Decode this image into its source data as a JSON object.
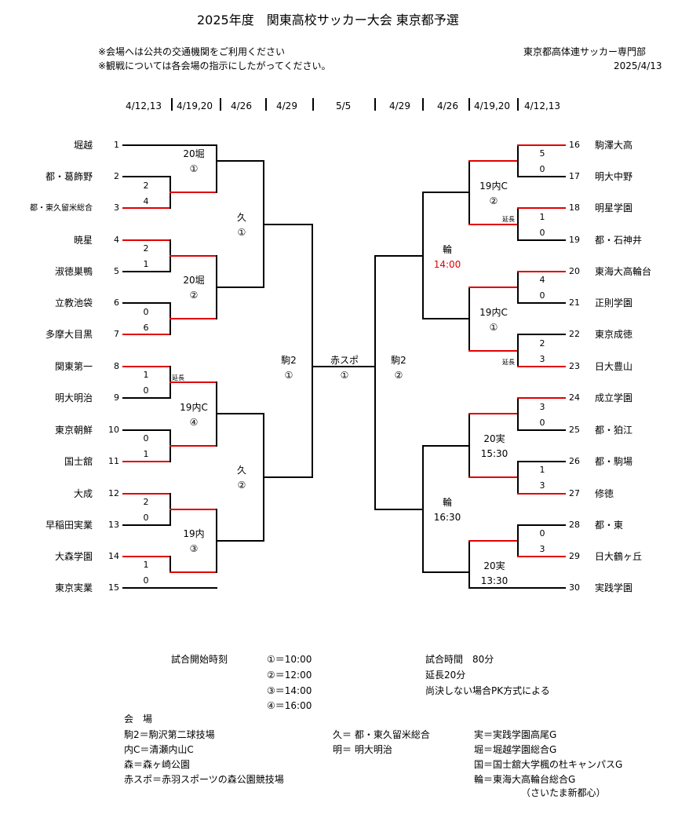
{
  "header": {
    "title": "2025年度　関東高校サッカー大会 東京都予選",
    "note1": "※会場へは公共の交通機関をご利用ください",
    "note2": "※観戦については各会場の指示にしたがってください。",
    "org": "東京都高体連サッカー専門部",
    "date": "2025/4/13"
  },
  "round_dates": [
    "4/12,13",
    "4/19,20",
    "4/26",
    "4/29",
    "5/5",
    "4/29",
    "4/26",
    "4/19,20",
    "4/12,13"
  ],
  "left_teams": [
    {
      "no": "1",
      "name": "堀越"
    },
    {
      "no": "2",
      "name": "都・葛飾野"
    },
    {
      "no": "3",
      "name": "都・東久留米総合"
    },
    {
      "no": "4",
      "name": "暁星"
    },
    {
      "no": "5",
      "name": "淑徳巣鴨"
    },
    {
      "no": "6",
      "name": "立教池袋"
    },
    {
      "no": "7",
      "name": "多摩大目黒"
    },
    {
      "no": "8",
      "name": "関東第一"
    },
    {
      "no": "9",
      "name": "明大明治"
    },
    {
      "no": "10",
      "name": "東京朝鮮"
    },
    {
      "no": "11",
      "name": "国士舘"
    },
    {
      "no": "12",
      "name": "大成"
    },
    {
      "no": "13",
      "name": "早稲田実業"
    },
    {
      "no": "14",
      "name": "大森学園"
    },
    {
      "no": "15",
      "name": "東京実業"
    }
  ],
  "right_teams": [
    {
      "no": "16",
      "name": "駒澤大高"
    },
    {
      "no": "17",
      "name": "明大中野"
    },
    {
      "no": "18",
      "name": "明星学園"
    },
    {
      "no": "19",
      "name": "都・石神井"
    },
    {
      "no": "20",
      "name": "東海大高輪台"
    },
    {
      "no": "21",
      "name": "正則学園"
    },
    {
      "no": "22",
      "name": "東京成徳"
    },
    {
      "no": "23",
      "name": "日大豊山"
    },
    {
      "no": "24",
      "name": "成立学園"
    },
    {
      "no": "25",
      "name": "都・狛江"
    },
    {
      "no": "26",
      "name": "都・駒場"
    },
    {
      "no": "27",
      "name": "修徳"
    },
    {
      "no": "28",
      "name": "都・東"
    },
    {
      "no": "29",
      "name": "日大鶴ヶ丘"
    },
    {
      "no": "30",
      "name": "実践学園"
    }
  ],
  "scores": {
    "m2_3": [
      "2",
      "4"
    ],
    "m4_5": [
      "2",
      "1"
    ],
    "m6_7": [
      "0",
      "6"
    ],
    "m8_9": [
      "1",
      "0"
    ],
    "m10_11": [
      "0",
      "1"
    ],
    "m12_13": [
      "2",
      "0"
    ],
    "m14_15": [
      "1",
      "0"
    ],
    "m16_17": [
      "5",
      "0"
    ],
    "m18_19": [
      "1",
      "0"
    ],
    "m20_21": [
      "4",
      "0"
    ],
    "m22_23": [
      "2",
      "3"
    ],
    "m24_25": [
      "3",
      "0"
    ],
    "m26_27": [
      "1",
      "3"
    ],
    "m28_29": [
      "0",
      "3"
    ]
  },
  "extra_time_label": "延長",
  "match_labels": {
    "l_a_venue": "20堀",
    "l_a_slot": "①",
    "l_b_venue": "20堀",
    "l_b_slot": "②",
    "l_c_venue": "19内C",
    "l_c_slot": "④",
    "l_d_venue": "19内",
    "l_d_slot": "③",
    "l_e_venue": "久",
    "l_e_slot": "①",
    "l_f_venue": "久",
    "l_f_slot": "②",
    "l_g_venue": "駒2",
    "l_g_slot": "①",
    "final_venue": "赤スポ",
    "final_slot": "①",
    "r_g_venue": "駒2",
    "r_g_slot": "②",
    "r_a_venue": "19内C",
    "r_a_slot": "②",
    "r_b_venue": "19内C",
    "r_b_slot": "①",
    "r_c_venue": "20実",
    "r_c_time": "15:30",
    "r_d_venue": "20実",
    "r_d_time": "13:30",
    "r_e_venue": "輪",
    "r_e_time": "14:00",
    "r_f_venue": "輪",
    "r_f_time": "16:30"
  },
  "footer": {
    "start_label": "試合開始時刻",
    "times": [
      "①＝10:00",
      "②＝12:00",
      "③＝14:00",
      "④＝16:00"
    ],
    "duration": "試合時間　80分",
    "extra": "延長20分",
    "pk": "尚決しない場合PK方式による",
    "venue_heading": "会　場",
    "venues_col1": [
      "駒2＝駒沢第二球技場",
      "内C＝清瀬内山C",
      "森＝森ヶ崎公園",
      "赤スポ＝赤羽スポーツの森公園競技場"
    ],
    "venues_col2": [
      "久＝ 都・東久留米総合",
      "明＝ 明大明治"
    ],
    "venues_col3": [
      "実＝実践学園高尾G",
      "堀＝堀越学園総合G",
      "国＝国士舘大学楓の杜キャンパスG",
      "輪＝東海大高輪台総合G",
      "（さいたま新都心）"
    ]
  },
  "colors": {
    "winner": "#e00000",
    "line": "#000000"
  }
}
